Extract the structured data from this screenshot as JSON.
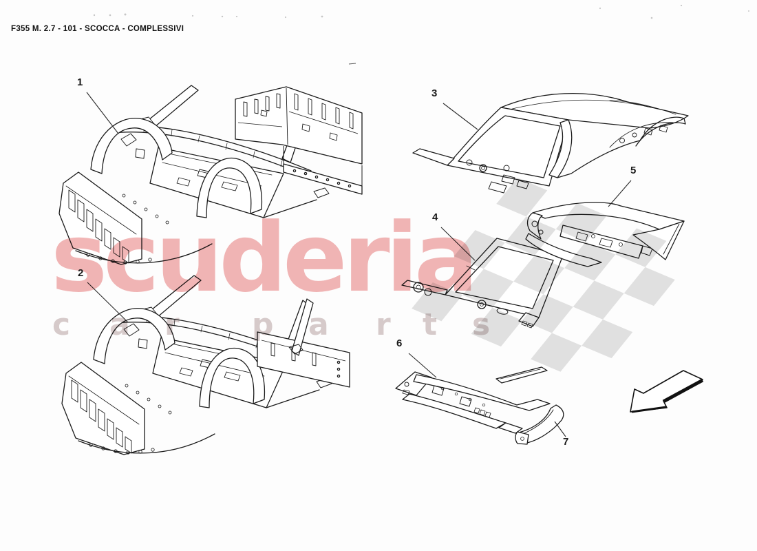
{
  "header": {
    "catalog_code": "F355 M. 2.7 - 101 - SCOCCA - COMPLESSIVI"
  },
  "watermark": {
    "brand": "scuderia",
    "tagline_letters": [
      "c",
      "a",
      "r",
      "p",
      "a",
      "r",
      "t",
      "s"
    ],
    "brand_color": "#f2b6b6",
    "tagline_color": "#d8cccc",
    "flag_color": "#e2e2e2"
  },
  "callouts": [
    {
      "number": "1"
    },
    {
      "number": "2"
    },
    {
      "number": "3"
    },
    {
      "number": "4"
    },
    {
      "number": "5"
    },
    {
      "number": "6"
    },
    {
      "number": "7"
    }
  ],
  "icons": {
    "direction_arrow": "arrow-pointing-lower-left"
  },
  "diagram": {
    "type": "exploded-parts-diagram",
    "parts_shown": 7,
    "line_color": "#1b1b1b"
  }
}
